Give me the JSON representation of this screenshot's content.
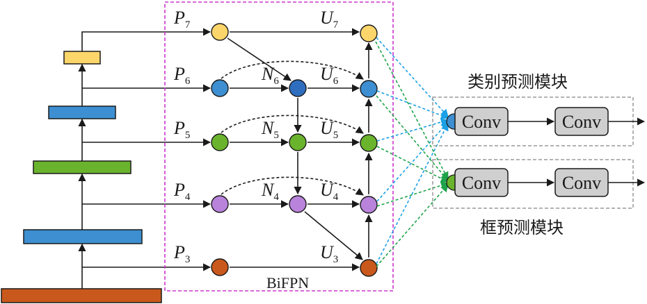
{
  "bifpn": {
    "label": "BiFPN",
    "input_labels": [
      {
        "base": "P",
        "sub": "7"
      },
      {
        "base": "P",
        "sub": "6"
      },
      {
        "base": "P",
        "sub": "5"
      },
      {
        "base": "P",
        "sub": "4"
      },
      {
        "base": "P",
        "sub": "3"
      }
    ],
    "mid_labels": [
      {
        "base": "N",
        "sub": "6"
      },
      {
        "base": "N",
        "sub": "5"
      },
      {
        "base": "N",
        "sub": "4"
      }
    ],
    "out_labels": [
      {
        "base": "U",
        "sub": "7"
      },
      {
        "base": "U",
        "sub": "6"
      },
      {
        "base": "U",
        "sub": "5"
      },
      {
        "base": "U",
        "sub": "4"
      },
      {
        "base": "U",
        "sub": "3"
      }
    ]
  },
  "heads": {
    "class_title": "类别预测模块",
    "box_title": "框预测模块",
    "conv_label": "Conv"
  },
  "colors": {
    "level7": "#fdd66b",
    "level6": "#3d8fd1",
    "level5": "#6ab42d",
    "level4": "#b983dc",
    "level3": "#c9581c",
    "mid6": "#2f6ebe",
    "bifpn_border": "#cc33cc",
    "class_arrow": "#1aa0e6",
    "box_arrow": "#1ea34a",
    "conv_fill": "#cfcfcf"
  }
}
